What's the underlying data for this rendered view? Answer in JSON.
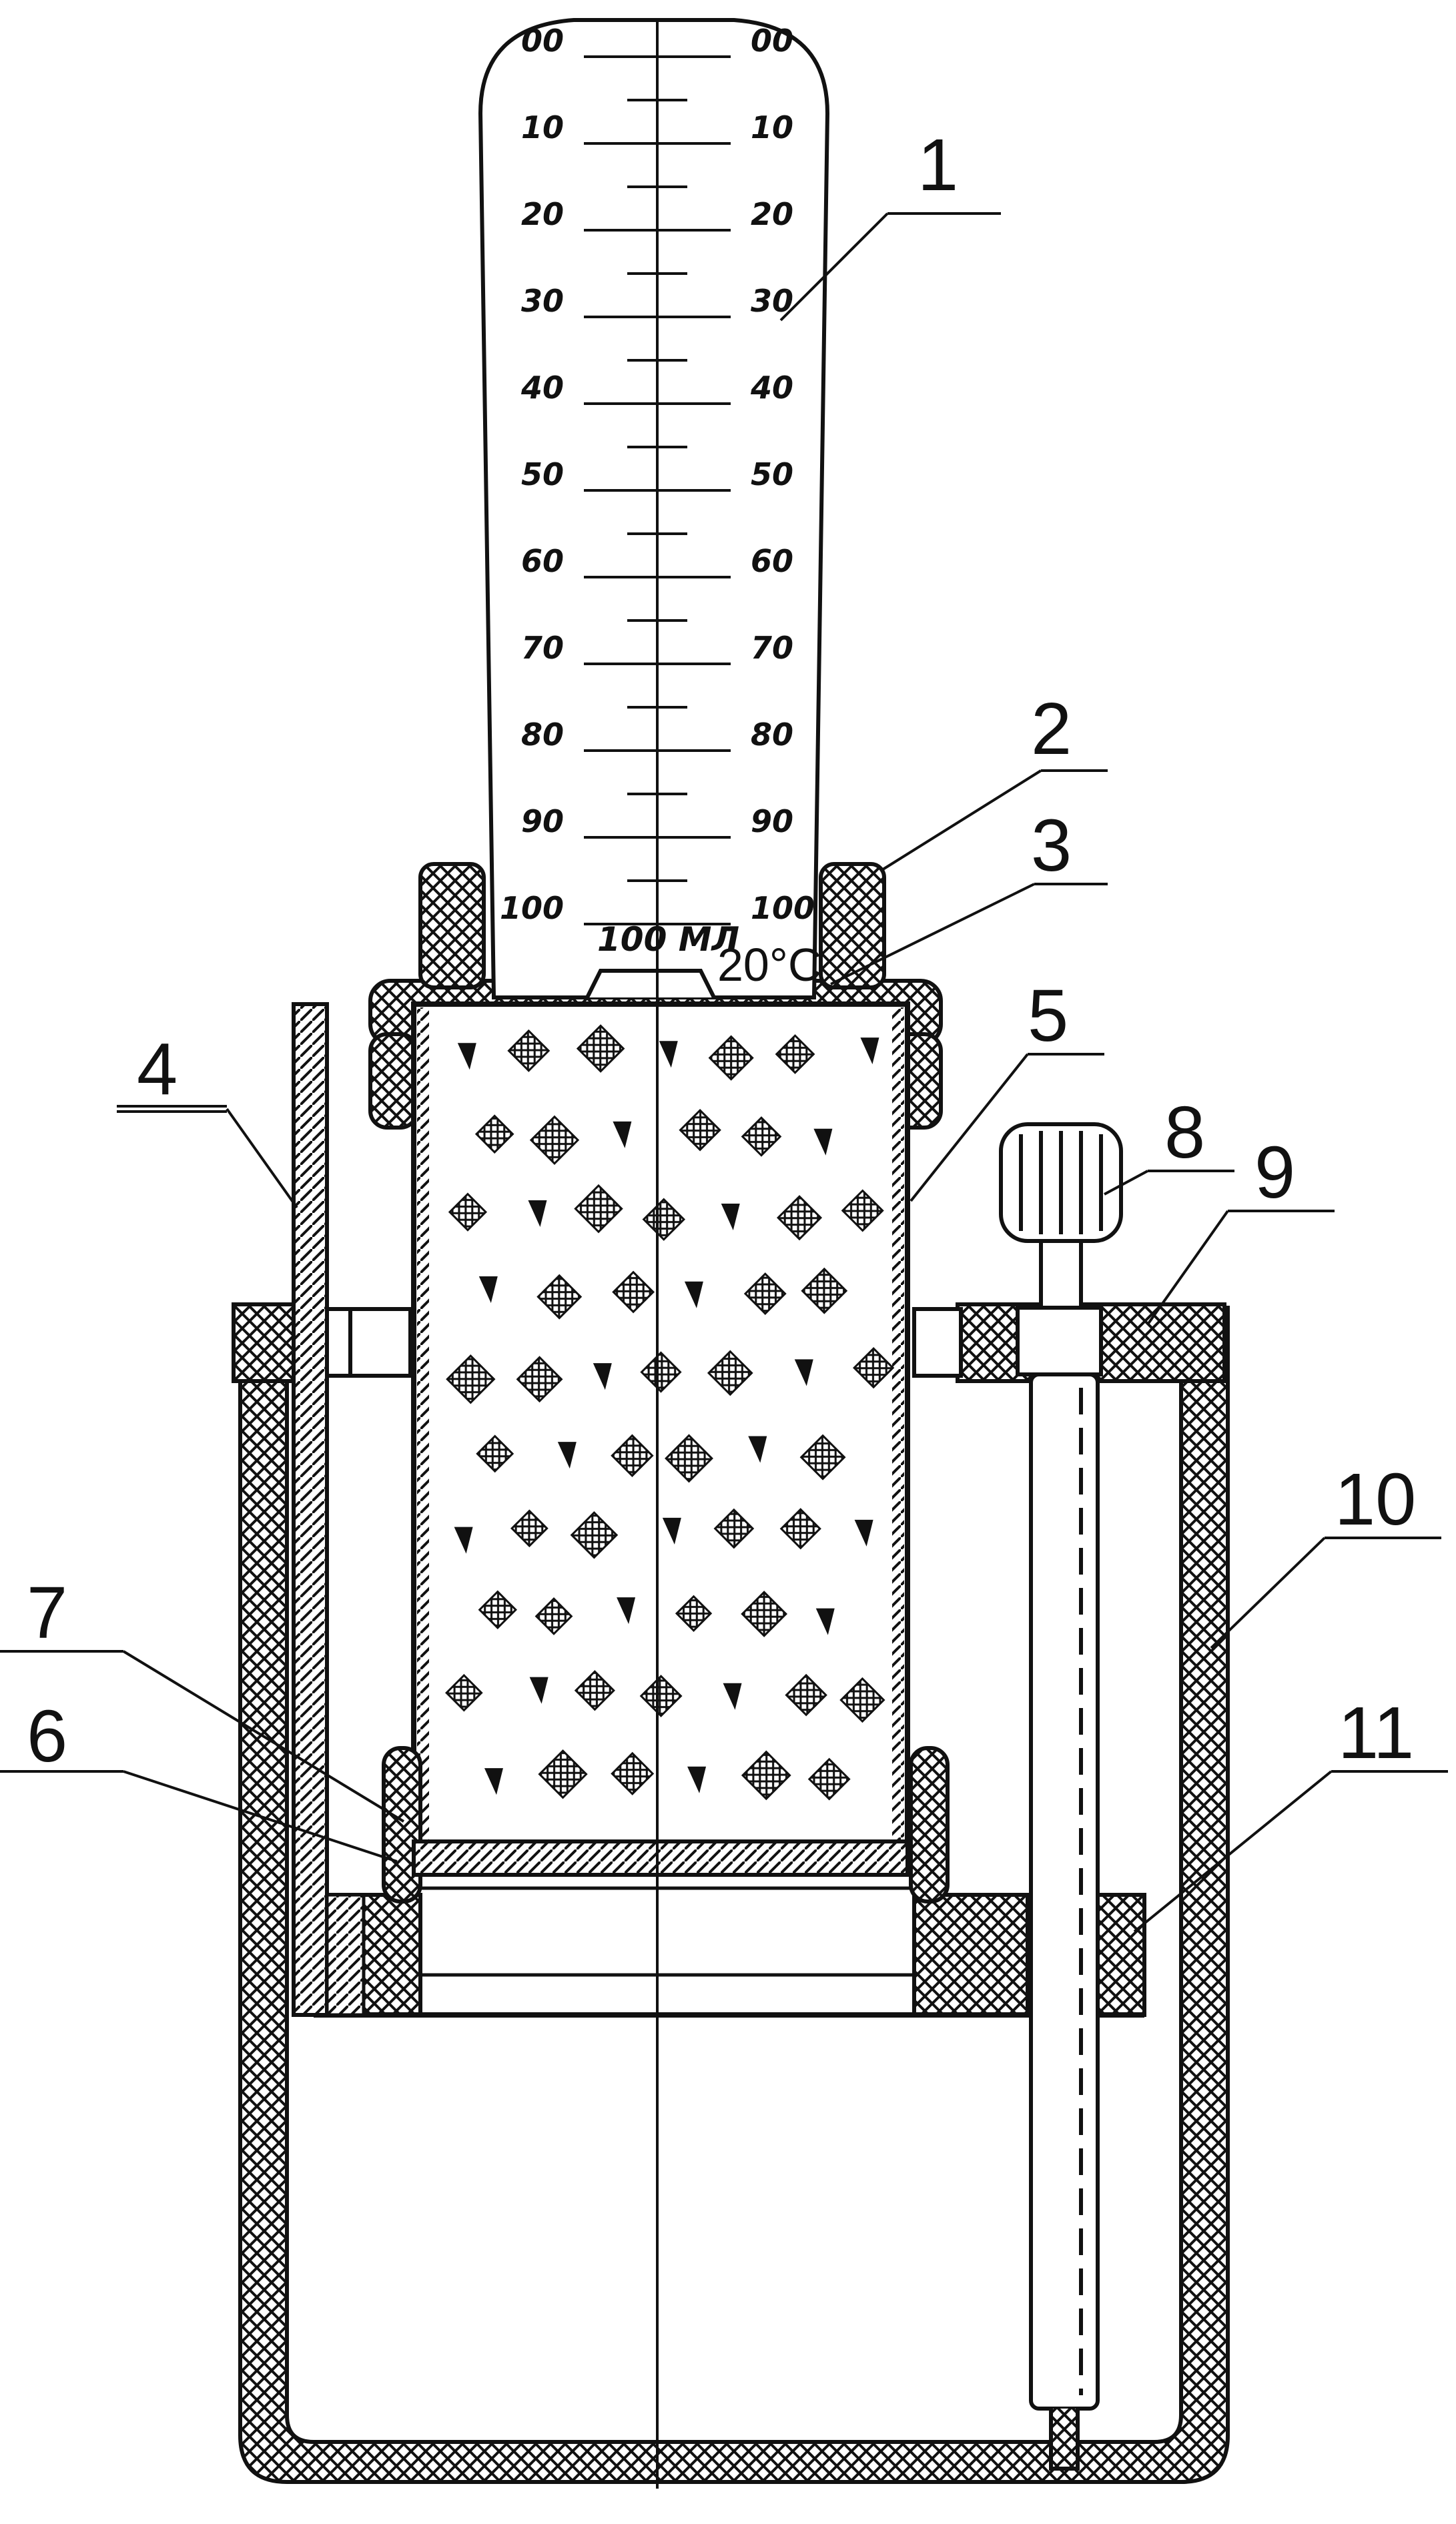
{
  "diagram": {
    "scale_ticks": [
      "00",
      "10",
      "20",
      "30",
      "40",
      "50",
      "60",
      "70",
      "80",
      "90",
      "100"
    ],
    "unit_label": "100 МЛ",
    "temperature_label": "20°C",
    "callouts": [
      "1",
      "2",
      "3",
      "4",
      "5",
      "6",
      "7",
      "8",
      "9",
      "10",
      "11"
    ],
    "colors": {
      "ink": "#111111",
      "paper": "#ffffff"
    }
  }
}
